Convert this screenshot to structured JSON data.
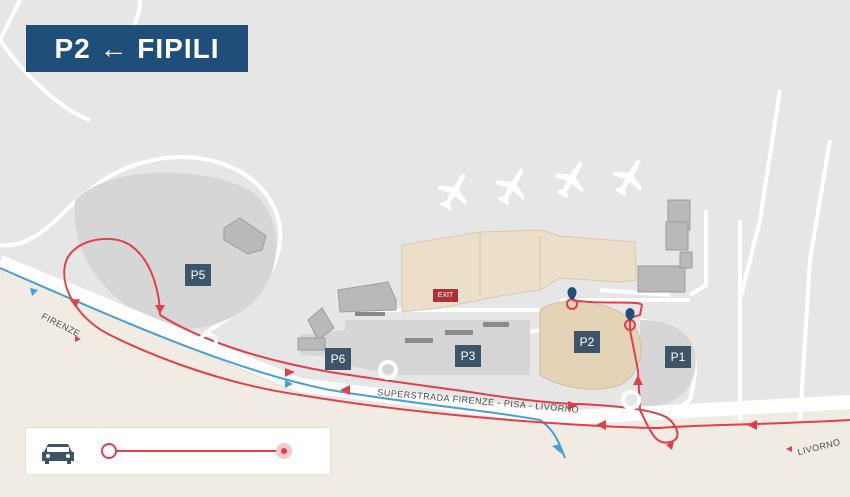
{
  "title": {
    "text": "P2 ← FIPILI"
  },
  "parkings": [
    {
      "label": "P5"
    },
    {
      "label": "P6"
    },
    {
      "label": "P3"
    },
    {
      "label": "P2"
    },
    {
      "label": "P1"
    }
  ],
  "exit": {
    "label": "EXIT"
  },
  "roads": {
    "superstrada": "SUPERSTRADA FIRENZE - PISA - LIVORNO",
    "firenze": "FIRENZE",
    "livorno": "LIVORNO"
  },
  "legend": {
    "icon": "car-icon",
    "item": "route-line"
  },
  "colors": {
    "route": "#e0404a",
    "highway": "#4a9fd6",
    "title_bg": "#1f4e79",
    "marker": "#1f4e79",
    "exit_bg": "#b0303a",
    "label_bg": "#3e5567"
  }
}
